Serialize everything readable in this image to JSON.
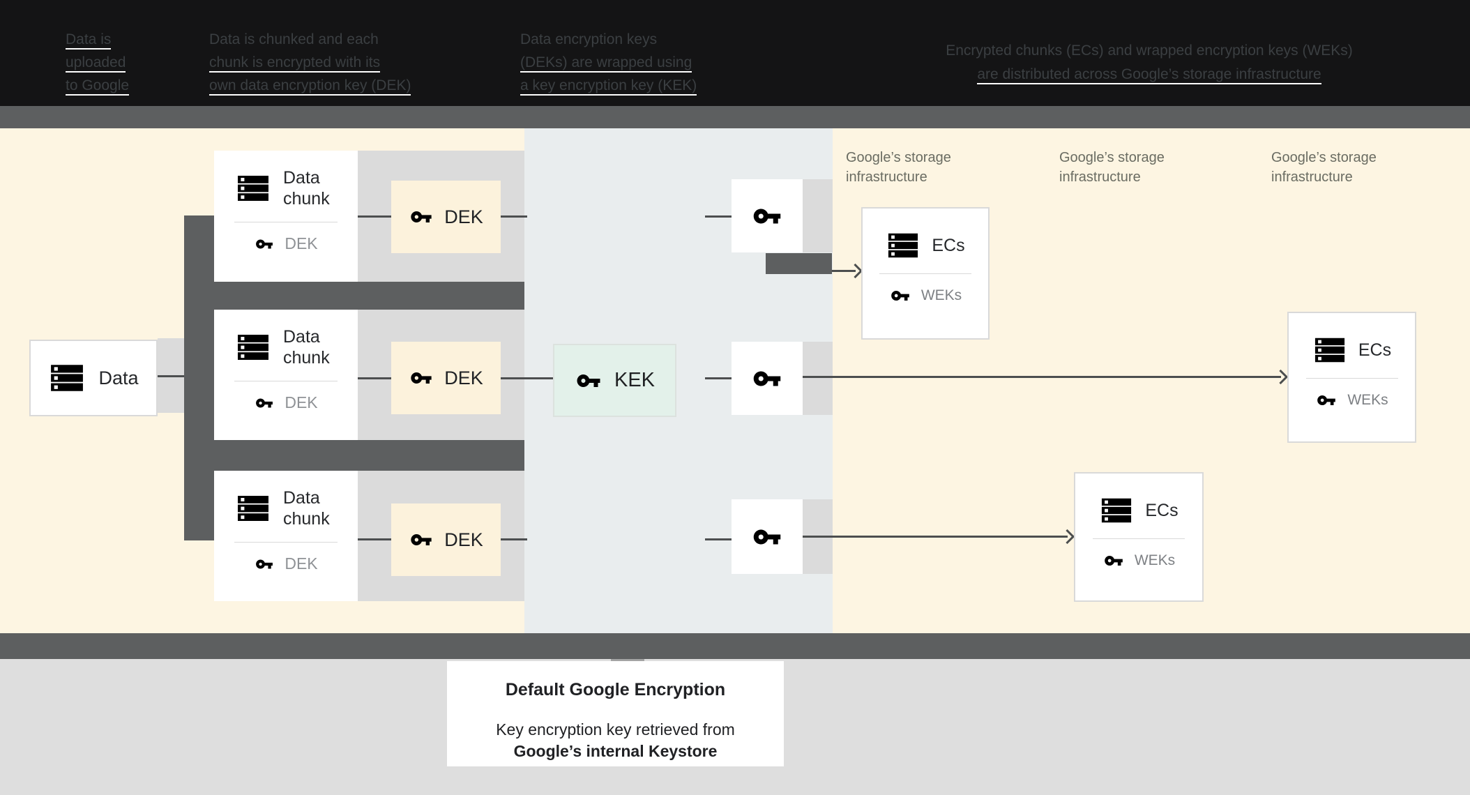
{
  "header": {
    "columns": [
      {
        "lines": [
          {
            "text": "Data is"
          },
          {
            "text": "uploaded"
          },
          {
            "text": "to Google"
          }
        ]
      },
      {
        "lines": [
          {
            "text": "Data is chunked and each"
          },
          {
            "text": "chunk is encrypted with its"
          },
          {
            "text": "own data encryption key (DEK)"
          }
        ]
      },
      {
        "lines": [
          {
            "text": "Data encryption keys"
          },
          {
            "text": "(DEKs) are wrapped using"
          },
          {
            "text": "a key encryption key (KEK)"
          }
        ]
      },
      {
        "lines": [
          {
            "text": "Encrypted chunks (ECs) and wrapped encryption keys (WEKs)"
          },
          {
            "text": "are distributed across Google’s storage infrastructure"
          }
        ]
      }
    ]
  },
  "diagram": {
    "data_box": {
      "label": "Data"
    },
    "chunk_box": {
      "label": "Data chunk",
      "key_label": "DEK"
    },
    "dek_box": {
      "label": "DEK"
    },
    "kek_box": {
      "label": "KEK"
    },
    "ecs_box": {
      "label": "ECs",
      "key_label": "WEKs"
    },
    "storage_label": {
      "line1": "Google’s storage",
      "line2": "infrastructure"
    }
  },
  "caption": {
    "title": "Default Google Encryption",
    "line1": "Key encryption key retrieved from",
    "line2": "Google’s internal Keystore"
  },
  "colors": {
    "cream_background": "#fdf5e2",
    "middle_band": "#e9edee",
    "dark_gray": "#5d5f60",
    "light_gray_band": "#dbdbdb",
    "dek_box_fill": "#fcf2dc",
    "kek_box_fill": "#e3f1ea",
    "icon_gray": "#5d5f60",
    "muted_label": "#8f9296",
    "storage_label_text": "#6a6c62",
    "bottom_area": "#dedede",
    "header_background": "#141415",
    "header_text": "#3b3f42"
  }
}
